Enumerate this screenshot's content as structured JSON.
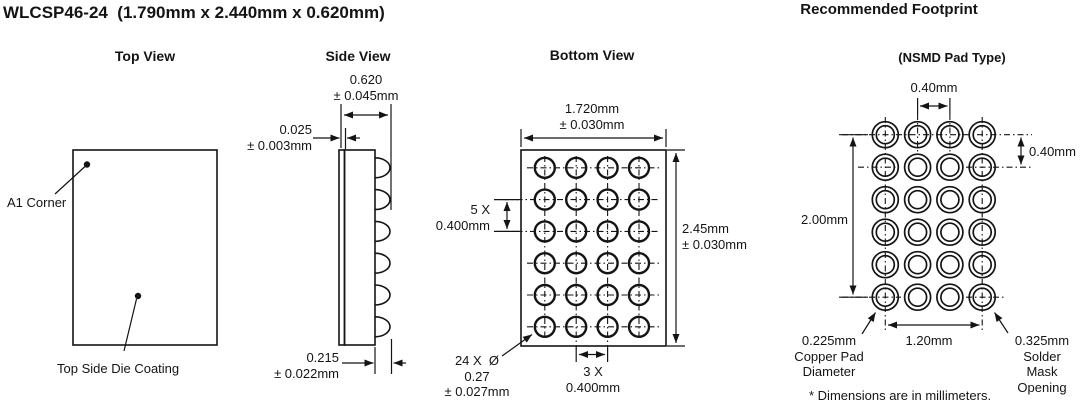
{
  "title": "WLCSP46-24  (1.790mm x 2.440mm x 0.620mm)",
  "note": "* Dimensions are in millimeters.",
  "colors": {
    "ink": "#141414",
    "background": "#ffffff"
  },
  "views": {
    "top": {
      "header": "Top View",
      "a1_label": "A1 Corner",
      "coating_label": "Top Side Die Coating"
    },
    "side": {
      "header": "Side View",
      "total_thickness": "0.620\n± 0.045mm",
      "coating_thickness": "0.025\n± 0.003mm",
      "ball_height": "0.215\n± 0.022mm"
    },
    "bottom": {
      "header": "Bottom View",
      "body_width": "1.720mm\n± 0.030mm",
      "body_height": "2.45mm\n± 0.030mm",
      "row_pitch": "5 X\n0.400mm",
      "col_pitch": "3 X\n0.400mm",
      "ball_spec": "24 X  Ø\n0.27\n± 0.027mm",
      "grid": {
        "cols": 4,
        "rows": 6
      }
    },
    "footprint": {
      "header": "Recommended Footprint",
      "subtitle": "(NSMD Pad Type)",
      "pitch_top": "0.40mm",
      "pitch_right": "0.40mm",
      "height": "2.00mm",
      "width": "1.20mm",
      "copper_pad_label": "0.225mm\nCopper Pad\nDiameter",
      "solder_mask_label": "0.325mm\nSolder Mask\nOpening",
      "grid": {
        "cols": 4,
        "rows": 6
      }
    }
  }
}
